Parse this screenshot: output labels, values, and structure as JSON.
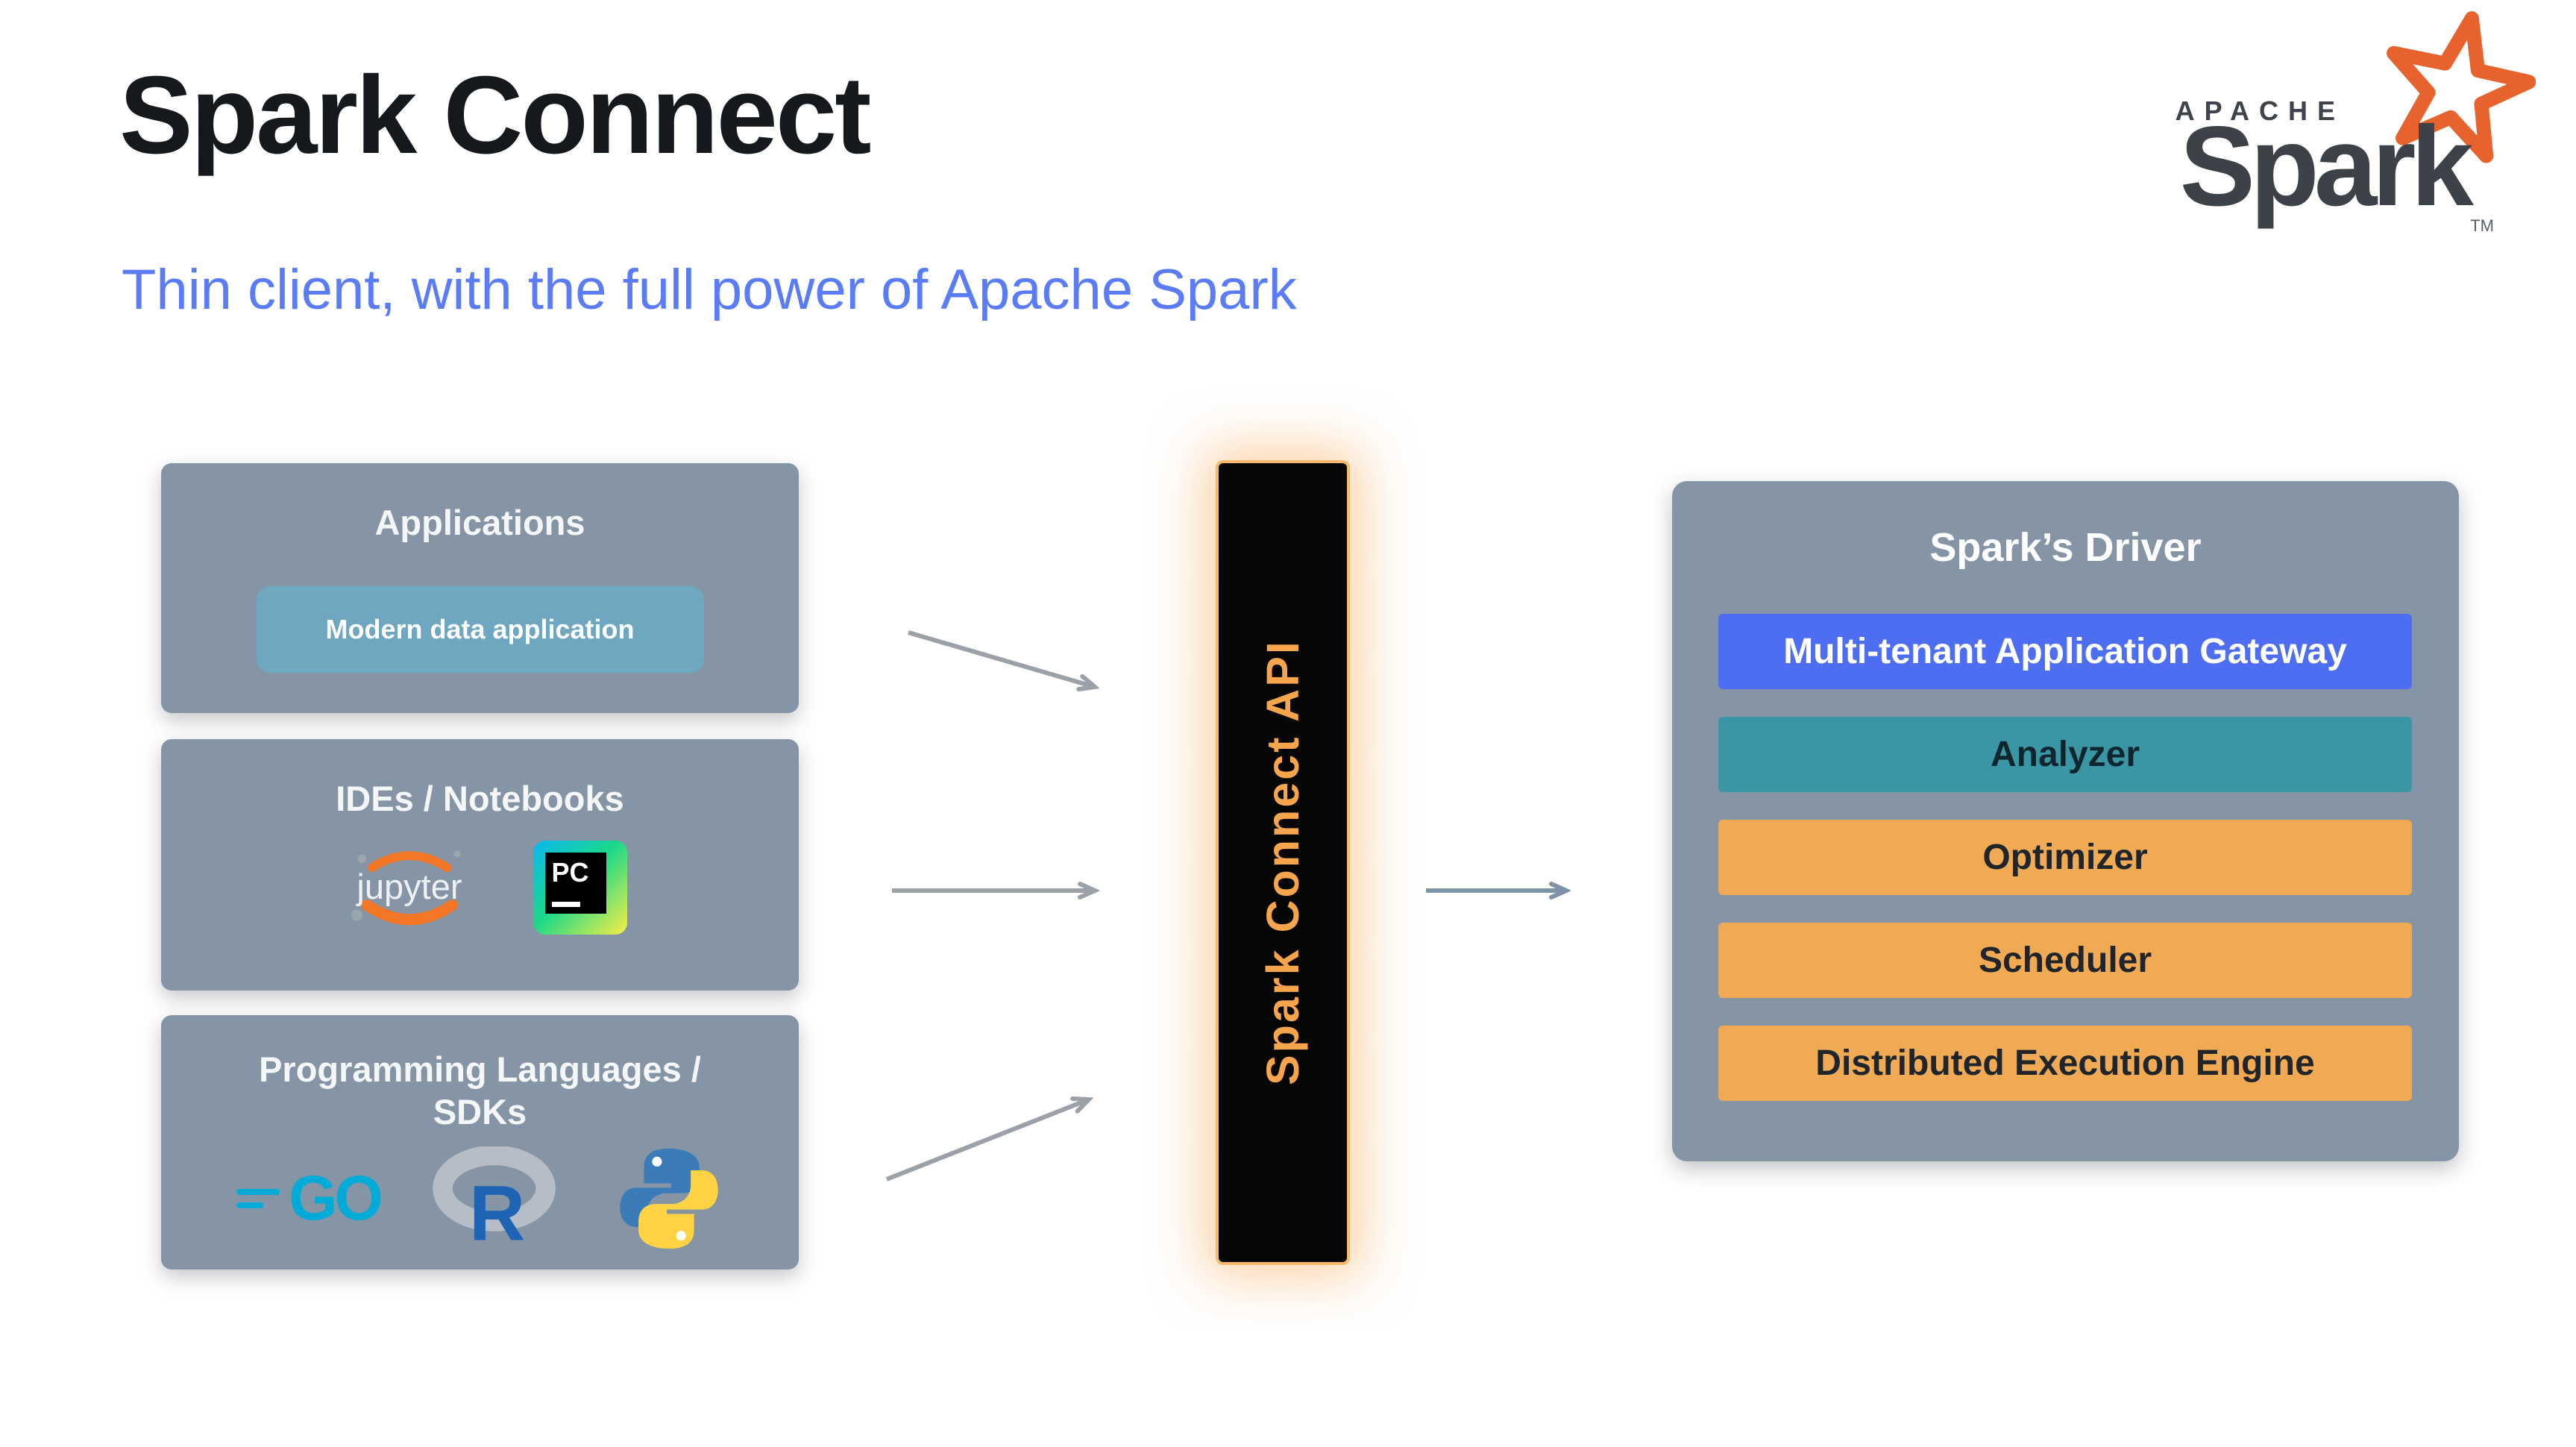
{
  "header": {
    "title": "Spark Connect",
    "subtitle": "Thin client, with the full power of Apache Spark"
  },
  "spark_logo": {
    "apache": "APACHE",
    "wordmark": "Spark",
    "tm": "TM"
  },
  "applications": {
    "title": "Applications",
    "chip": "Modern data application"
  },
  "ides": {
    "title": "IDEs / Notebooks",
    "jupyter": "jupyter",
    "pycharm": "PC"
  },
  "languages": {
    "title_line1": "Programming Languages /",
    "title_line2": "SDKs",
    "go": "GO",
    "r": "R"
  },
  "api": {
    "label": "Spark Connect API"
  },
  "driver": {
    "title": "Spark’s Driver",
    "rows": [
      {
        "label": "Multi-tenant Application Gateway",
        "bg": "#4d6df2",
        "fg": "#ffffff"
      },
      {
        "label": "Analyzer",
        "bg": "#3a96a4",
        "fg": "#10262e"
      },
      {
        "label": "Optimizer",
        "bg": "#f0aa54",
        "fg": "#20242b"
      },
      {
        "label": "Scheduler",
        "bg": "#f0aa54",
        "fg": "#20242b"
      },
      {
        "label": "Distributed Execution Engine",
        "bg": "#f0aa54",
        "fg": "#20242b"
      }
    ]
  },
  "colors": {
    "arrow": "#9aa1a8",
    "arrow_to_driver": "#7e93a8",
    "accent_orange": "#f6a54c",
    "subtitle_blue": "#5b7cf8",
    "box_gray": "#8595a6"
  }
}
